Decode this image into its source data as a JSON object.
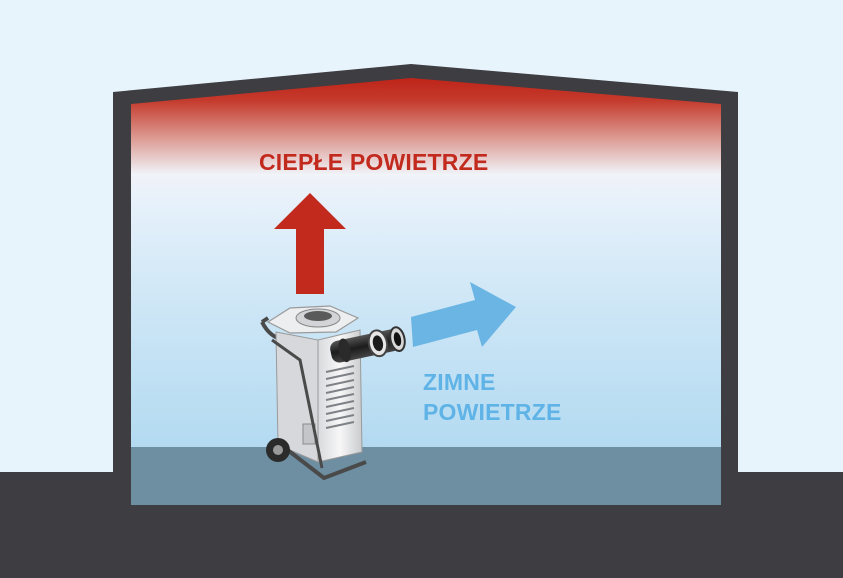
{
  "labels": {
    "warm_air": "CIEPŁE POWIETRZE",
    "cold_air_line1": "ZIMNE",
    "cold_air_line2": "POWIETRZE"
  },
  "colors": {
    "background": "#e8f4fc",
    "ground": "#3d3d42",
    "walls": "#3d3d42",
    "warm": "#c22a1e",
    "cold": "#6ab5e4",
    "floor": "#6e8fa2"
  },
  "icons": {
    "device": "dehumidifier-icon",
    "warm_arrow": "arrow-up-icon",
    "cold_arrow": "arrow-right-icon"
  }
}
